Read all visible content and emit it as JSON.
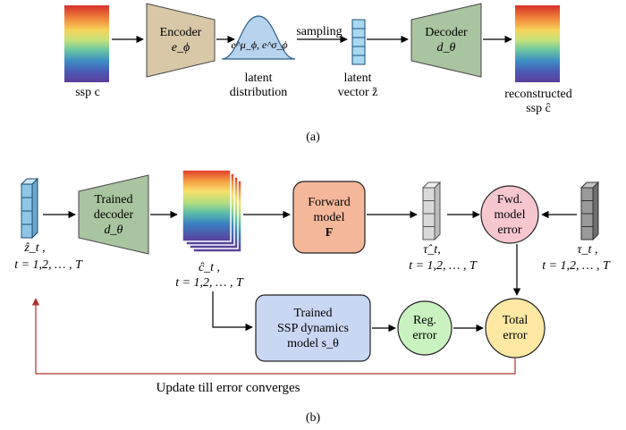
{
  "panel_a": {
    "caption": "(a)",
    "ssp_label": "ssp c",
    "encoder": {
      "title": "Encoder",
      "param": "e_ϕ"
    },
    "latent_dist": {
      "symbols": "e^μ_ϕ, e^σ_ϕ",
      "label_line1": "latent",
      "label_line2": "distribution"
    },
    "sampling_label": "sampling",
    "latent_vector": {
      "line1": "latent",
      "line2": "vector z̃"
    },
    "decoder": {
      "title": "Decoder",
      "param": "d_θ"
    },
    "reconstructed": {
      "line1": "reconstructed",
      "line2": "ssp ĉ"
    }
  },
  "panel_b": {
    "caption": "(b)",
    "z_label_line1": "ẑ_t ,",
    "z_label_line2": "t = 1,2, … , T",
    "trained_decoder": {
      "line1": "Trained",
      "line2": "decoder",
      "param": "d_θ"
    },
    "c_label_line1": "ĉ_t ,",
    "c_label_line2": "t = 1,2, … , T",
    "forward_model": {
      "line1": "Forward",
      "line2": "model",
      "line3": "F"
    },
    "tau_hat_line1": "τ̂_t,",
    "tau_hat_line2": "t = 1,2, … , T",
    "fwd_error": {
      "line1": "Fwd.",
      "line2": "model",
      "line3": "error"
    },
    "tau_line1": "τ_t ,",
    "tau_line2": "t = 1,2, … , T",
    "ssp_dynamics": {
      "line1": "Trained",
      "line2": "SSP dynamics",
      "line3": "model s_θ"
    },
    "reg_error": {
      "line1": "Reg.",
      "line2": "error"
    },
    "total_error": {
      "line1": "Total",
      "line2": "error"
    },
    "update_label": "Update till error converges"
  },
  "colors": {
    "encoder_fill": "#d8c8a8",
    "decoder_fill": "#a9c4a0",
    "latent_cell": "#a9d8f0",
    "forward_fill": "#f5b79a",
    "fwd_error_fill": "#f7c7d0",
    "ssp_dyn_fill": "#c9d7f2",
    "reg_error_fill": "#c9f2c0",
    "total_error_fill": "#fde8a3",
    "z_cube": "#8fc6e8",
    "tau_hat_cube": "#d9d9d9",
    "tau_cube": "#9a9a9a",
    "feedback_line": "#b03030"
  }
}
